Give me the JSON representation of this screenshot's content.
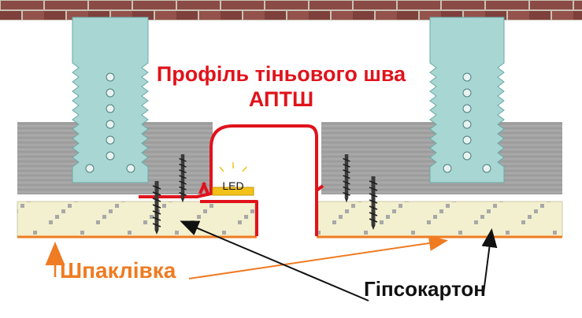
{
  "title": {
    "line1": "Профіль тіньового шва",
    "line2": "АПТШ"
  },
  "labels": {
    "led": "LED",
    "putty": "Шпаклівка",
    "drywall": "Гіпсокартон"
  },
  "colors": {
    "title_red": "#e0131b",
    "profile_red": "#e0131b",
    "putty_orange": "#ef7b22",
    "label_black": "#111111",
    "brick": "#8a4a45",
    "mortar": "#c9c2b3",
    "bracket_teal": "#a8d6d3",
    "concrete": "#9a9a9a",
    "drywall_fill": "#f3f0cf",
    "led_yellow": "#f2c21a"
  },
  "icons": [
    "screw-icon",
    "led-glow-icon",
    "arrow-icon"
  ]
}
